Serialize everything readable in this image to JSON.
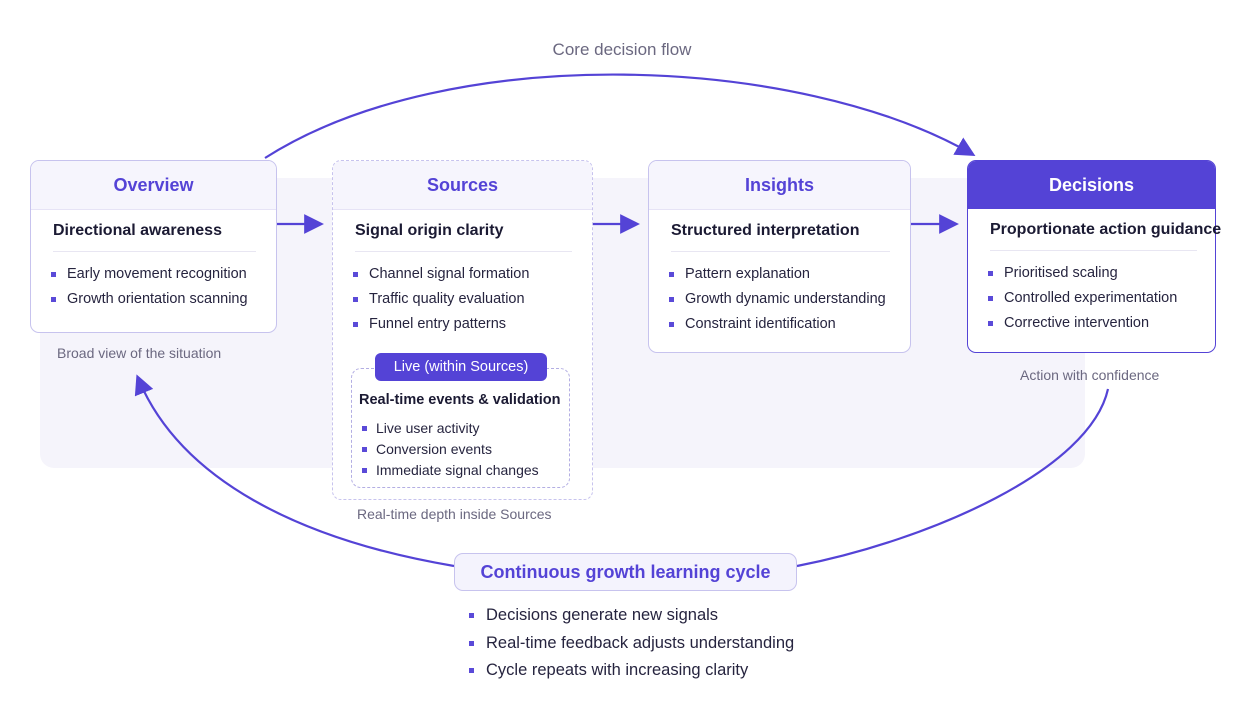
{
  "top_title": "Core decision flow",
  "colors": {
    "accent": "#5443d6",
    "border": "#c7c3ee",
    "band": "#f5f4fb"
  },
  "cards": [
    {
      "title": "Overview",
      "subtitle": "Directional awareness",
      "items": [
        "Early movement recognition",
        "Growth orientation scanning"
      ],
      "caption": "Broad view of the situation"
    },
    {
      "title": "Sources",
      "subtitle": "Signal origin clarity",
      "items": [
        "Channel signal formation",
        "Traffic quality evaluation",
        "Funnel entry patterns"
      ],
      "caption": "Real-time depth inside Sources"
    },
    {
      "title": "Insights",
      "subtitle": "Structured interpretation",
      "items": [
        "Pattern explanation",
        "Growth dynamic understanding",
        "Constraint identification"
      ]
    },
    {
      "title": "Decisions",
      "subtitle": "Proportionate action guidance",
      "items": [
        "Prioritised scaling",
        "Controlled experimentation",
        "Corrective intervention"
      ],
      "caption": "Action with confidence"
    }
  ],
  "live": {
    "pill": "Live (within Sources)",
    "title": "Real-time events & validation",
    "items": [
      "Live user activity",
      "Conversion events",
      "Immediate signal changes"
    ]
  },
  "cycle": {
    "title": "Continuous growth learning cycle",
    "items": [
      "Decisions generate new signals",
      "Real-time feedback adjusts understanding",
      "Cycle repeats with increasing clarity"
    ]
  }
}
